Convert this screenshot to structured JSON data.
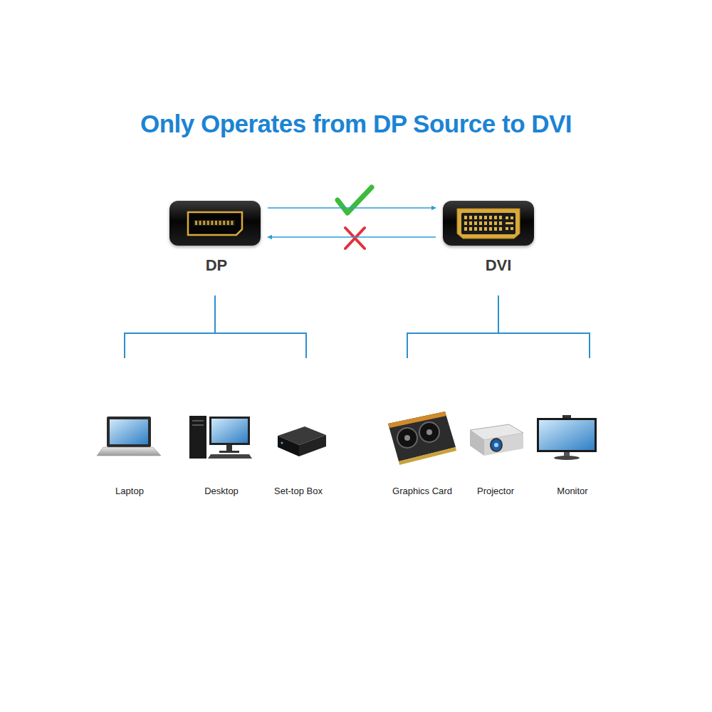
{
  "diagram": {
    "title": "Only Operates from DP Source to DVI",
    "nodes": [
      {
        "text": [
          "DP"
        ]
      },
      {
        "text": [
          "DVI"
        ]
      }
    ],
    "edges": [
      {
        "from": 0,
        "to": 1,
        "arrow": "to"
      },
      {
        "from": 1,
        "to": 0,
        "arrow": "to"
      }
    ],
    "labels": [
      "Laptop",
      "Desktop",
      "Set-top Box",
      "Graphics Card",
      "Projector",
      "Monitor"
    ]
  }
}
